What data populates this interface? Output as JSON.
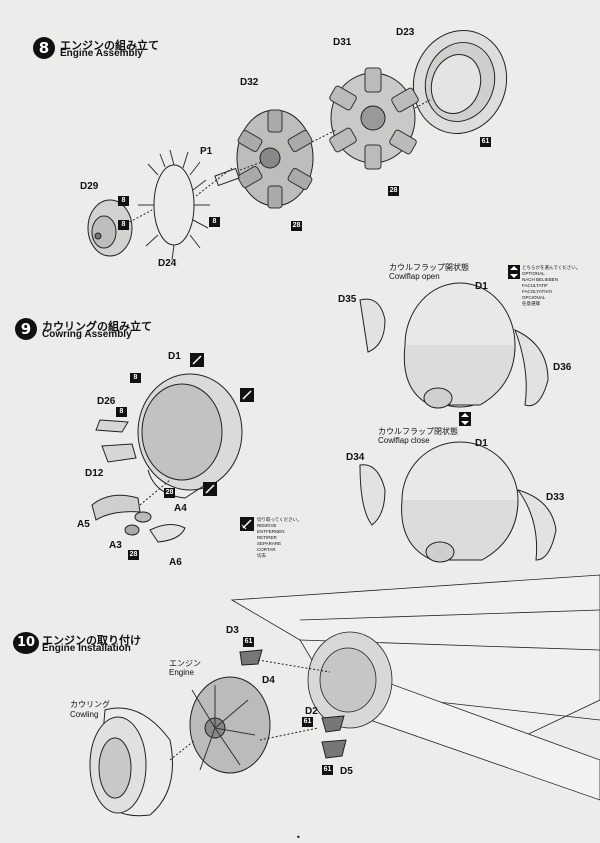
{
  "steps": [
    {
      "number": "8",
      "title_jp": "エンジンの組み立て",
      "title_en": "Engine Assembly"
    },
    {
      "number": "9",
      "title_jp": "カウリングの組み立て",
      "title_en": "Cowring Assembly"
    },
    {
      "number": "10",
      "title_jp": "エンジンの取り付け",
      "title_en": "Engine Installation"
    }
  ],
  "parts": {
    "D23": "D23",
    "D31": "D31",
    "D32": "D32",
    "P1": "P1",
    "D29": "D29",
    "D24": "D24",
    "D1": "D1",
    "D35": "D35",
    "D36": "D36",
    "D34": "D34",
    "D33": "D33",
    "D26": "D26",
    "D12": "D12",
    "A5": "A5",
    "A4": "A4",
    "A3": "A3",
    "A6": "A6",
    "D3": "D3",
    "D4": "D4",
    "D2": "D2",
    "D5": "D5"
  },
  "paint_codes": {
    "c61": "61",
    "c28": "28",
    "c8": "8"
  },
  "notes": {
    "cowlflap_open_jp": "カウルフラップ開状態",
    "cowlflap_open_en": "Cowlflap open",
    "cowlflap_close_jp": "カウルフラップ閉状態",
    "cowlflap_close_en": "Cowlflap close",
    "engine_jp": "エンジン",
    "engine_en": "Engine",
    "cowling_jp": "カウリング",
    "cowling_en": "Cowling"
  },
  "optional_legend": [
    "どちらかを選んでください。",
    "OPTIONAL",
    "NACH BELIEBEN",
    "FACULTATIF",
    "FACOLTATIVO",
    "OPCIONAL",
    "任意選擇"
  ],
  "remove_legend": [
    "切り取ってください。",
    "REMOVE",
    "ENTFERNEN",
    "RETIRER",
    "SEPARARE",
    "CORTAR",
    "切去"
  ],
  "page_marker": "•"
}
